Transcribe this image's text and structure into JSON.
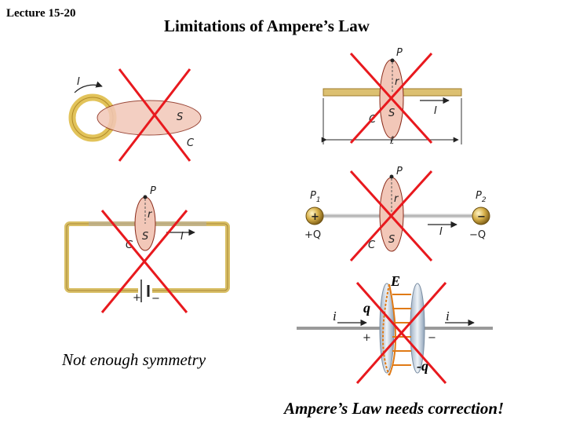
{
  "header": {
    "lecture": "Lecture 15-20",
    "title": "Limitations of Ampere’s Law"
  },
  "footer": {
    "not_enough_symmetry": "Not enough symmetry",
    "needs_correction": "Ampere’s Law needs correction!"
  },
  "fig_loop": {
    "current": "I",
    "surface": "S",
    "curve": "C"
  },
  "fig_segment": {
    "point": "P",
    "radius": "r",
    "surface": "S",
    "curve": "C",
    "current": "I",
    "length": "ℓ"
  },
  "fig_circuit": {
    "point": "P",
    "radius": "r",
    "surface": "S",
    "curve": "C",
    "current": "I",
    "plus": "+",
    "minus": "−"
  },
  "fig_dipole": {
    "point": "P",
    "radius": "r",
    "surface": "S",
    "curve": "C",
    "current": "I",
    "p1": "P",
    "p1_sub": "1",
    "p2": "P",
    "p2_sub": "2",
    "plus_q": "+Q",
    "minus_q": "−Q",
    "plus_sign": "+",
    "minus_sign": "−"
  },
  "fig_capacitor": {
    "field": "E",
    "q": "q",
    "minus_q": "-q",
    "current_left": "i",
    "current_right": "i",
    "plus": "+",
    "minus": "−"
  },
  "colors": {
    "cross": "#e8191e",
    "surface": "#f2c7b8",
    "wire": "#c9a13c",
    "surface_edge": "#8a2b1a"
  }
}
